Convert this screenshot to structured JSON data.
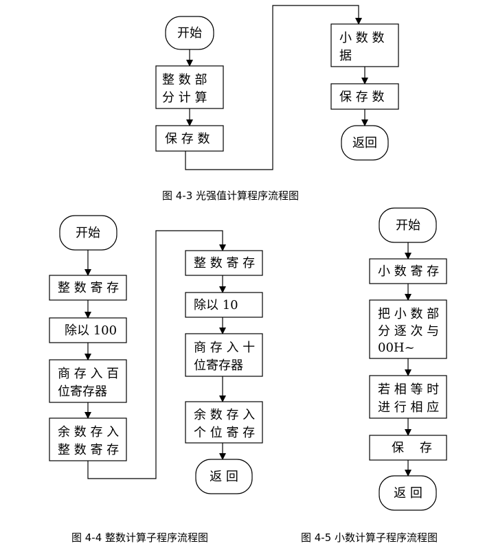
{
  "figure_3": {
    "caption": "图 4-3 光强值计算程序流程图",
    "nodes": {
      "start": "开始",
      "integer_part_calc": [
        "整 数 部",
        "分 计 算"
      ],
      "save_number_1": "保 存 数",
      "decimal_data": [
        "小 数 数",
        "据"
      ],
      "save_number_2": "保 存 数",
      "return": "返回"
    }
  },
  "figure_4": {
    "caption": "图 4-4 整数计算子程序流程图",
    "nodes": {
      "start": "开始",
      "integer_register": "整 数 寄 存",
      "divide_100": "除以 100",
      "quotient_to_hundreds": [
        "商 存 入 百",
        "位寄存器"
      ],
      "remainder_to_integer": [
        "余 数 存 入",
        "整 数 寄 存"
      ],
      "integer_register_2": "整 数 寄 存",
      "divide_10": "除以 10",
      "quotient_to_tens": [
        "商 存 入 十",
        "位寄存器"
      ],
      "remainder_to_ones": [
        "余 数 存 入",
        "个 位 寄 存"
      ],
      "return": "返 回"
    }
  },
  "figure_5": {
    "caption": "图 4-5 小数计算子程序流程图",
    "nodes": {
      "start": "开始",
      "decimal_register": "小 数 寄 存",
      "compare_decimal": [
        "把 小 数 部",
        "分 逐 次 与",
        "00H~"
      ],
      "respond_if_equal": [
        "若 相 等 时",
        "进 行 相 应"
      ],
      "save": "保    存",
      "return": "返 回"
    }
  }
}
